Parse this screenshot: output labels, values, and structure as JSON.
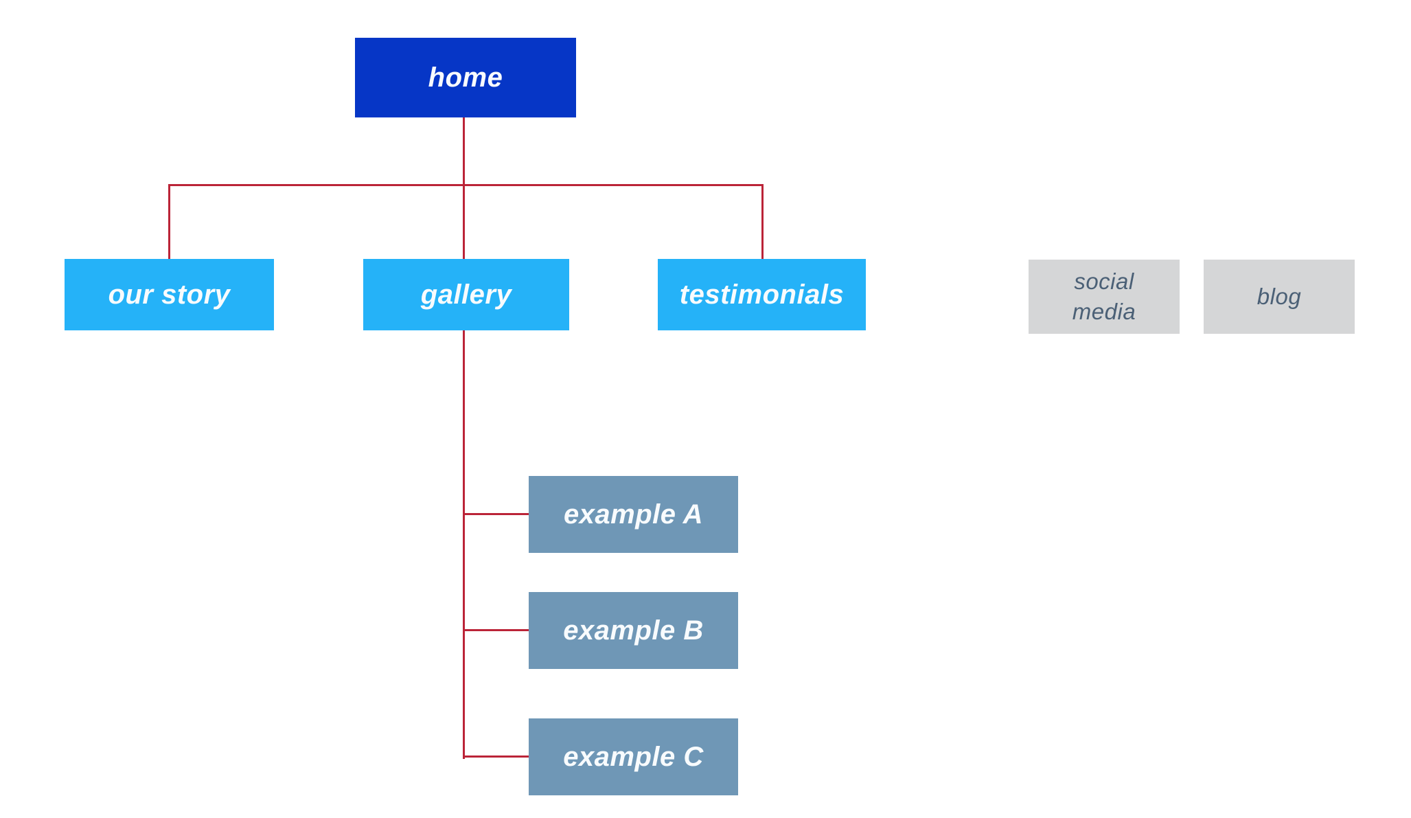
{
  "diagram": {
    "type": "sitemap-tree",
    "connector_color": "#bb2438",
    "nodes": {
      "home": {
        "label": "home",
        "fill": "#0636c6",
        "text": "#f8fbfd"
      },
      "our_story": {
        "label": "our story",
        "fill": "#25b2f8",
        "text": "#f8fbfd"
      },
      "gallery": {
        "label": "gallery",
        "fill": "#25b2f8",
        "text": "#f8fbfd"
      },
      "testimonials": {
        "label": "testimonials",
        "fill": "#25b2f8",
        "text": "#f8fbfd"
      },
      "social_media": {
        "label": "social media",
        "fill": "#d5d6d7",
        "text": "#4b6076"
      },
      "blog": {
        "label": "blog",
        "fill": "#d5d6d7",
        "text": "#4b6076"
      },
      "example_a": {
        "label": "example A",
        "fill": "#6f97b6",
        "text": "#f8fbfd"
      },
      "example_b": {
        "label": "example B",
        "fill": "#6f97b6",
        "text": "#f8fbfd"
      },
      "example_c": {
        "label": "example C",
        "fill": "#6f97b6",
        "text": "#f8fbfd"
      }
    },
    "edges": [
      {
        "from": "home",
        "to": "our story"
      },
      {
        "from": "home",
        "to": "gallery"
      },
      {
        "from": "home",
        "to": "testimonials"
      },
      {
        "from": "gallery",
        "to": "example A"
      },
      {
        "from": "gallery",
        "to": "example B"
      },
      {
        "from": "gallery",
        "to": "example C"
      }
    ]
  }
}
